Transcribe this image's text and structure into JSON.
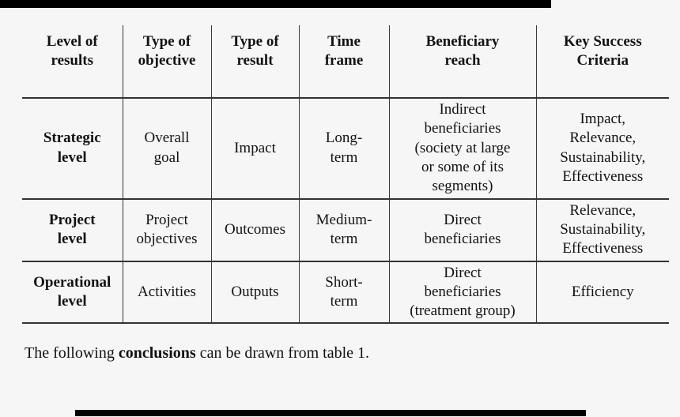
{
  "page": {
    "background_color": "#f6f6f6",
    "text_color": "#121212",
    "border_color": "#3a3a3a",
    "artifact_bar_color": "#000000"
  },
  "table": {
    "headers": [
      "Level of\nresults",
      "Type of\nobjective",
      "Type of\nresult",
      "Time\nframe",
      "Beneficiary\nreach",
      "Key Success\nCriteria"
    ],
    "rows": [
      [
        "Strategic\nlevel",
        "Overall\ngoal",
        "Impact",
        "Long-\nterm",
        "Indirect\nbeneficiaries\n(society at large\nor some of its\nsegments)",
        "Impact,\nRelevance,\nSustainability,\nEffectiveness"
      ],
      [
        "Project\nlevel",
        "Project\nobjectives",
        "Outcomes",
        "Medium-\nterm",
        "Direct\nbeneficiaries",
        "Relevance,\nSustainability,\nEffectiveness"
      ],
      [
        "Operational\nlevel",
        "Activities",
        "Outputs",
        "Short-\nterm",
        "Direct\nbeneficiaries\n(treatment group)",
        "Efficiency"
      ]
    ]
  },
  "caption": {
    "prefix": "The following ",
    "bold_word": "conclusions",
    "suffix": " can be drawn from table 1."
  }
}
